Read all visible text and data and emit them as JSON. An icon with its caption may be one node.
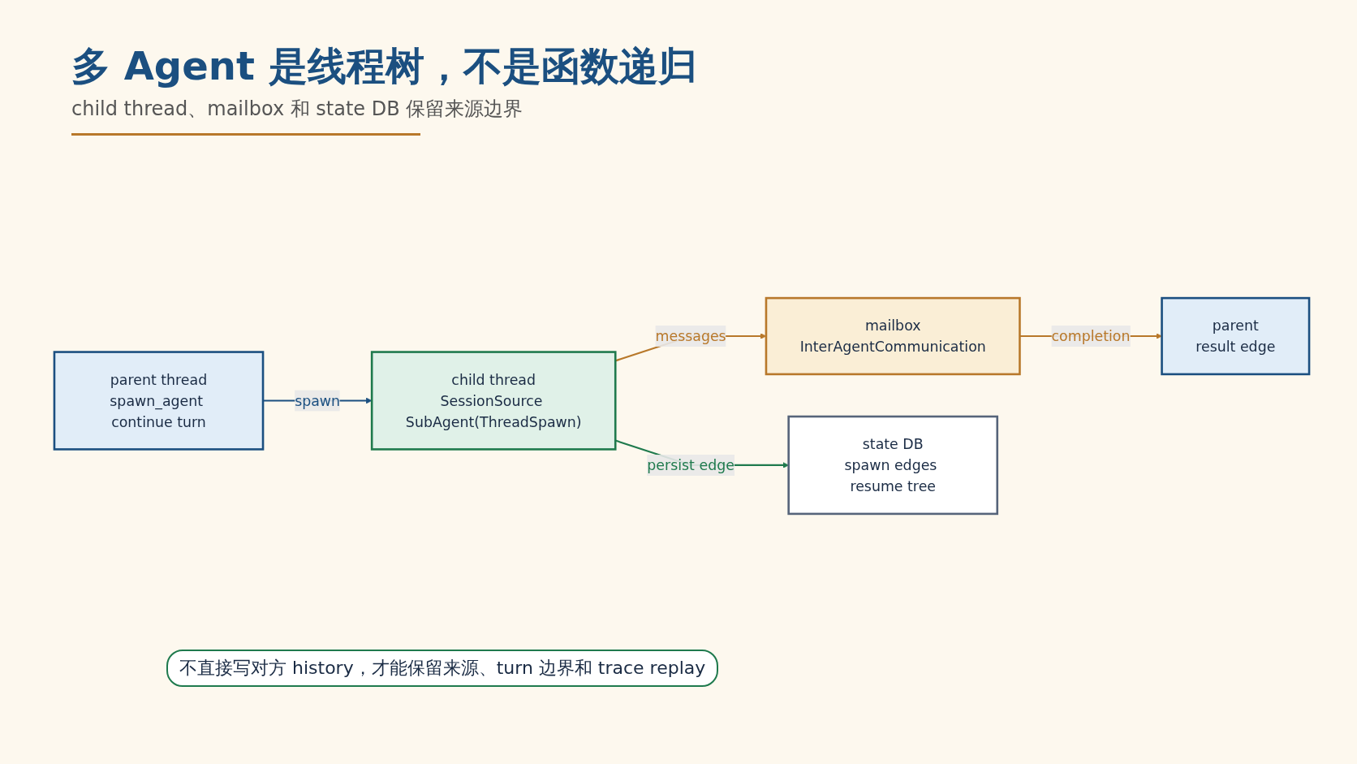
{
  "diagram": {
    "title": "多 Agent 是线程树，不是函数递归",
    "nodes": [
      {
        "text": [
          "parent thread",
          "spawn_agent continue turn"
        ]
      },
      {
        "text": [
          "child thread",
          "SessionSource SubAgent(ThreadSpawn)"
        ]
      },
      {
        "text": [
          "mailbox",
          "InterAgentCommunication"
        ]
      },
      {
        "text": [
          "state DB",
          "spawn edges resume tree"
        ]
      },
      {
        "text": [
          "parent",
          "result edge"
        ]
      }
    ],
    "edges": [
      {
        "from": 0,
        "to": 1,
        "arrow": "to",
        "label": "spawn",
        "color": "#1b4f80"
      },
      {
        "from": 1,
        "to": 3,
        "arrow": "to",
        "label": "persist edge",
        "color": "#1f7a4d"
      },
      {
        "from": 1,
        "to": 2,
        "arrow": "to",
        "label": "messages",
        "color": "#b8782a"
      },
      {
        "from": 2,
        "to": 4,
        "arrow": "to",
        "label": "completion",
        "color": "#b8782a"
      }
    ],
    "labels": [
      "child thread、mailbox 和 state DB 保留来源边界",
      "不直接写对方 history，才能保留来源、turn 边界和 trace replay"
    ]
  }
}
